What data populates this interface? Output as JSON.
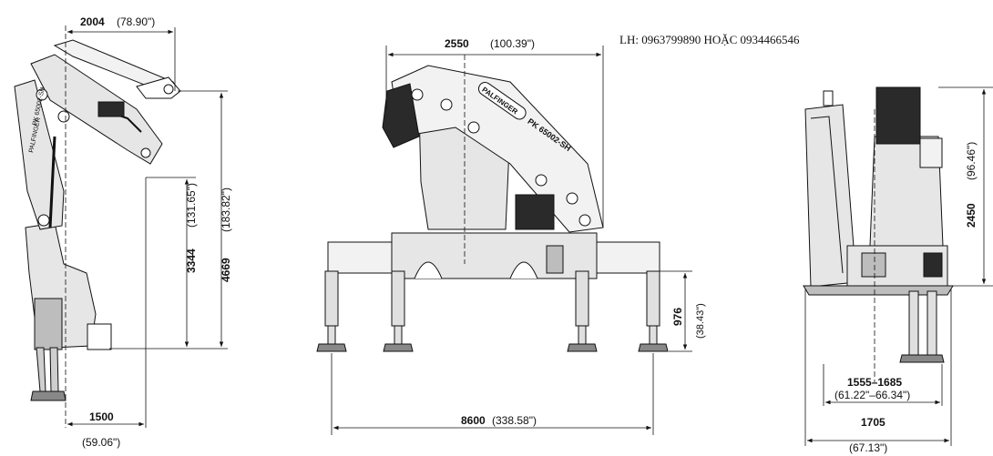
{
  "contact": "LH: 0963799890 HOẶC 0934466546",
  "brand": "PALFINGER",
  "model": "PK 65002-SH",
  "dimensions": {
    "reach_top": {
      "value": "2004",
      "imperial": "(78.90\")"
    },
    "height_mid": {
      "value": "3344",
      "imperial": "(131.65\")"
    },
    "height_full": {
      "value": "4669",
      "imperial": "(183.82\")"
    },
    "base_offset": {
      "value": "1500",
      "imperial": "(59.06\")"
    },
    "front_width": {
      "value": "2550",
      "imperial": "(100.39\")"
    },
    "outrigger_span": {
      "value": "8600",
      "imperial": "(338.58\")"
    },
    "leg_height": {
      "value": "976",
      "imperial": "(38.43\")"
    },
    "side_height": {
      "value": "2450",
      "imperial": "(96.46\")"
    },
    "side_inner": {
      "value": "1555–1685",
      "imperial": "(61.22\"–66.34\")"
    },
    "side_width": {
      "value": "1705",
      "imperial": "(67.13\")"
    }
  },
  "colors": {
    "line": "#111111",
    "fill_light": "#e6e6e6",
    "fill_mid": "#bdbdbd",
    "fill_dark": "#2a2a2a"
  }
}
